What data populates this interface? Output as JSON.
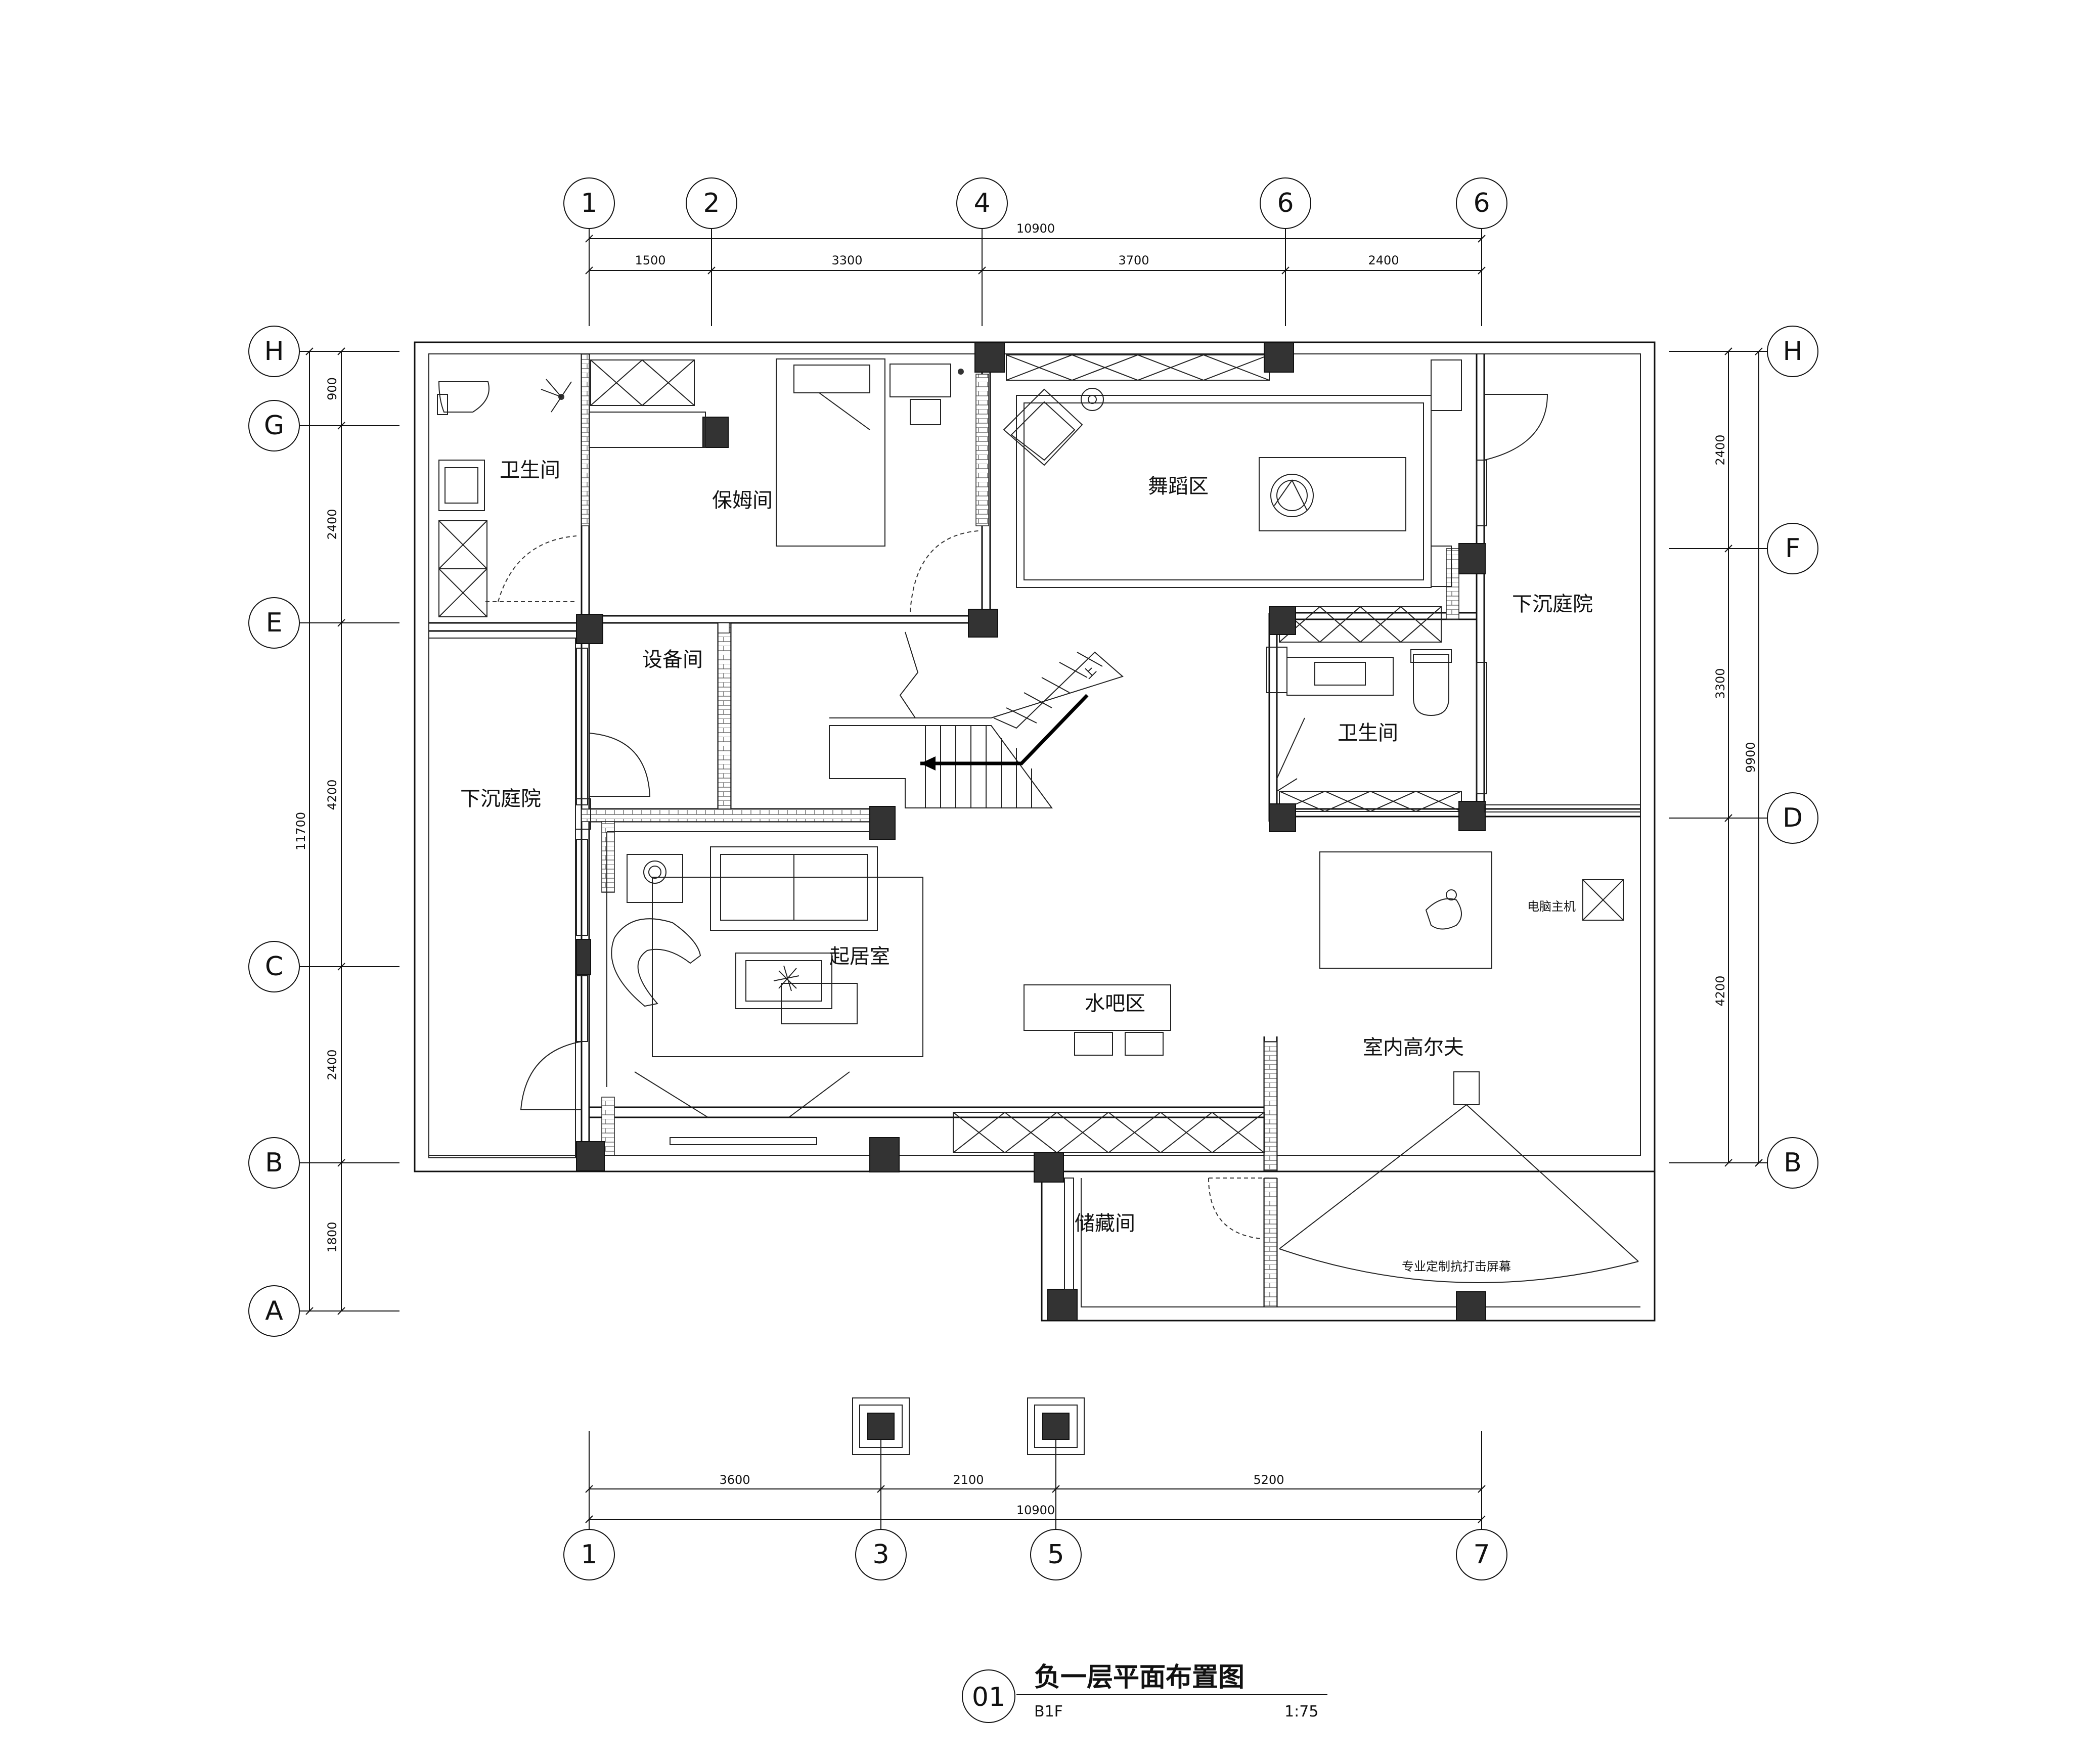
{
  "drawing": {
    "title": "负一层平面布置图",
    "number": "01",
    "floor_code": "B1F",
    "scale": "1:75"
  },
  "grid_top": {
    "axes": [
      "1",
      "2",
      "4",
      "6",
      "6"
    ],
    "segments": [
      "1500",
      "3300",
      "3700",
      "2400"
    ],
    "total": "10900"
  },
  "grid_bottom": {
    "axes": [
      "1",
      "3",
      "5",
      "7"
    ],
    "segments": [
      "3600",
      "2100",
      "5200"
    ],
    "total": "10900"
  },
  "grid_left": {
    "axes": [
      "H",
      "G",
      "E",
      "C",
      "B",
      "A"
    ],
    "segments": [
      "900",
      "2400",
      "4200",
      "2400",
      "1800"
    ],
    "total": "11700"
  },
  "grid_right": {
    "axes": [
      "H",
      "F",
      "D",
      "B"
    ],
    "segments": [
      "2400",
      "3300",
      "4200"
    ],
    "total": "9900"
  },
  "rooms": {
    "bathroom_1": "卫生间",
    "nanny_room": "保姆间",
    "dance_area": "舞蹈区",
    "sunken_courtyard_1": "下沉庭院",
    "equipment_room": "设备间",
    "bathroom_2": "卫生间",
    "sunken_courtyard_2": "下沉庭院",
    "living_room": "起居室",
    "computer_host": "电脑主机",
    "water_bar": "水吧区",
    "indoor_golf": "室内高尔夫",
    "storage_room": "储藏间",
    "golf_screen": "专业定制抗打击屏幕",
    "stair_up": "上"
  }
}
